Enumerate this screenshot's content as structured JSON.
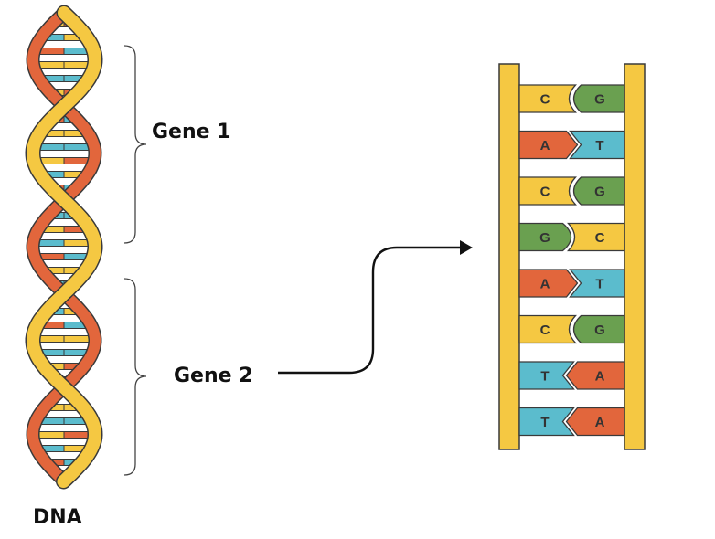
{
  "labels": {
    "gene1": "Gene 1",
    "gene2": "Gene 2",
    "dna": "DNA"
  },
  "base_pairs": [
    [
      "C",
      "G"
    ],
    [
      "A",
      "T"
    ],
    [
      "C",
      "G"
    ],
    [
      "G",
      "C"
    ],
    [
      "A",
      "T"
    ],
    [
      "C",
      "G"
    ],
    [
      "T",
      "A"
    ],
    [
      "T",
      "A"
    ]
  ],
  "colors": {
    "backbone": "#f5c842",
    "backbone_stroke": "#3a3a3a",
    "strand_orange": "#e2663c",
    "A": "#e2663c",
    "T": "#5bbccd",
    "C": "#f5c842",
    "G": "#6aa050",
    "connector": "#111111"
  }
}
